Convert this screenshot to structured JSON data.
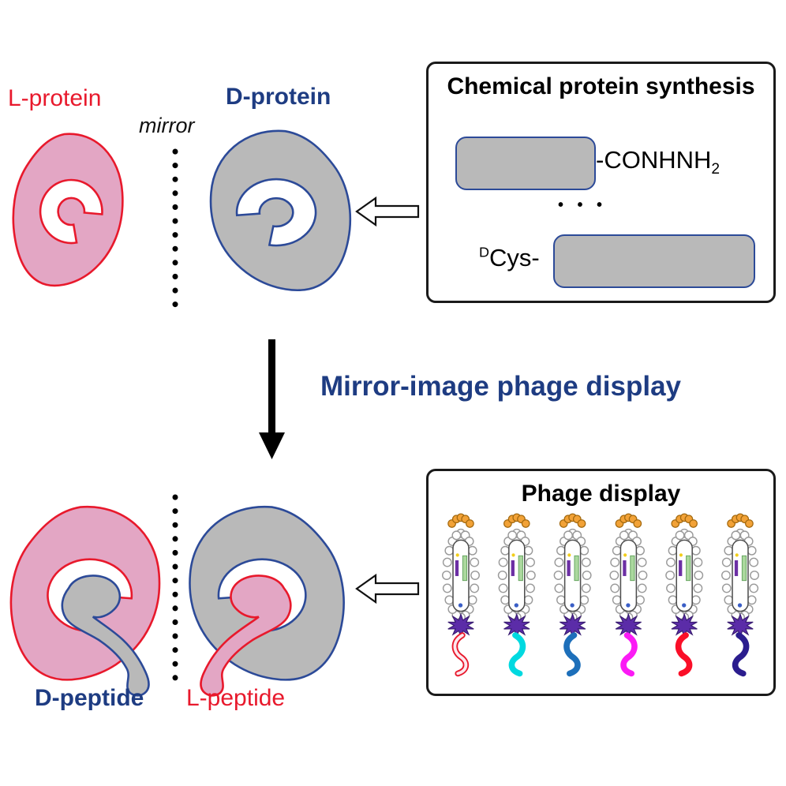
{
  "palette": {
    "red": "#e8192c",
    "navy_text": "#1e3c82",
    "navy_stroke": "#2c4a98",
    "pink": "#e3a6c4",
    "gray": "#b9b9b9",
    "ink": "#1a1a1a",
    "crown": "#f2a237",
    "crown_s": "#a3690f",
    "capsid_s": "#9a9a9a",
    "stadium_s": "#4d4d4d",
    "seg_purple": "#6c2fa4",
    "seg_green": "#abd89e",
    "seg_green_s": "#63a45e",
    "dot_yellow": "#f2ce1b",
    "dot_blue": "#3a5ec6",
    "piii": "#5b2ca8",
    "piii_s": "#3a1d72"
  },
  "top": {
    "l_protein_label": "L-protein",
    "mirror_label": "mirror",
    "d_protein_label": "D-protein",
    "synthesis_box": {
      "title": "Chemical protein synthesis",
      "fragment1_text": "-CONHNH",
      "fragment1_sub": "2",
      "dots": "• • •",
      "fragment2_sup": "D",
      "fragment2_text": "Cys-"
    }
  },
  "middle": {
    "arrow_label": "Mirror-image phage display"
  },
  "bottom": {
    "d_peptide_label": "D-peptide",
    "l_peptide_label": "L-peptide",
    "phage_box": {
      "title": "Phage display",
      "phages": [
        {
          "outer": "#e8192c",
          "inner": "#fce8ee"
        },
        {
          "outer": "#00d9e0",
          "inner": "#00d9e0"
        },
        {
          "outer": "#1d6fba",
          "inner": "#1d6fba"
        },
        {
          "outer": "#fb1bf5",
          "inner": "#fb1bf5"
        },
        {
          "outer": "#fa0f28",
          "inner": "#fa0f28"
        },
        {
          "outer": "#2b1d8e",
          "inner": "#2b1d8e"
        }
      ]
    }
  }
}
